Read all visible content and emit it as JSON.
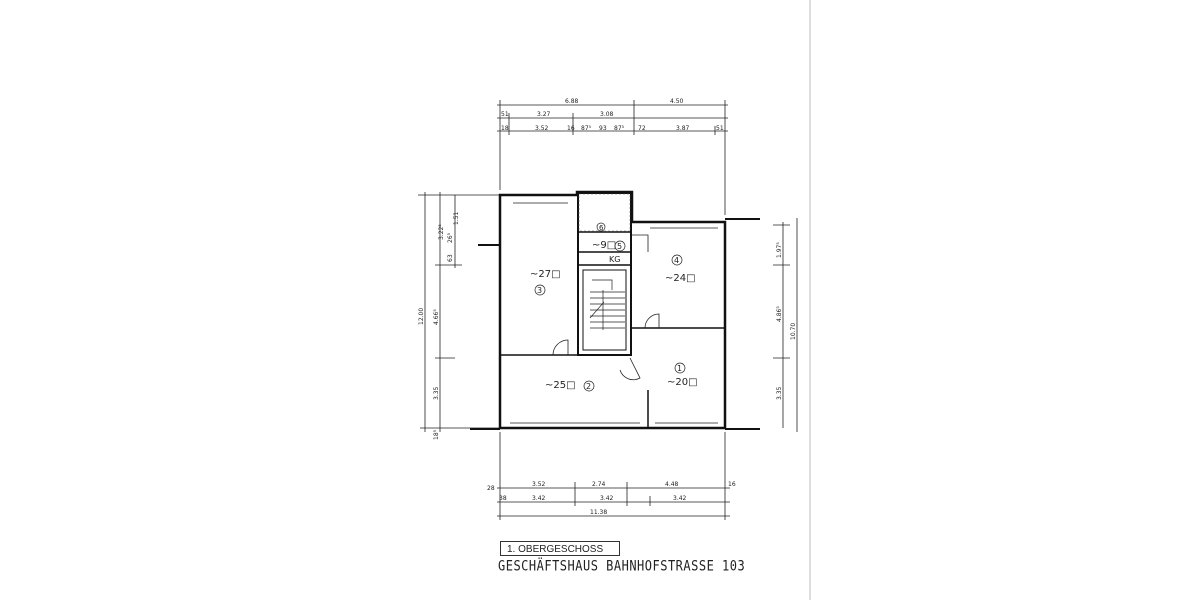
{
  "plan": {
    "floor_label": "1. OBERGESCHOSS",
    "title": "GESCHÄFTSHAUS BAHNHOFSTRASSE 103",
    "rooms": [
      {
        "number": "3",
        "area": "~27□"
      },
      {
        "number": "6",
        "area": ""
      },
      {
        "number": "5",
        "area": "~9□"
      },
      {
        "number": "4",
        "area": "~24□"
      },
      {
        "number": "2",
        "area": "~25□"
      },
      {
        "number": "1",
        "area": "~20□"
      }
    ],
    "kg_label": "KG",
    "top_dims": {
      "row1": [
        "6.88",
        "4.50"
      ],
      "row2": [
        "51",
        "3.27",
        "3.08"
      ],
      "row3": [
        "18",
        "3.52",
        "16",
        "87⁵",
        "93",
        "87⁵",
        "72",
        "3.87",
        "51"
      ]
    },
    "bottom_dims": {
      "row1": [
        "28",
        "3.52",
        "2.74",
        "4.48",
        "16"
      ],
      "row2": [
        "38",
        "3.42",
        "3.42",
        "3.42"
      ],
      "total": "11.38"
    },
    "left_dims": [
      "12.00",
      "4.66⁵",
      "3.35",
      "1.51",
      "3.22⁵",
      "26⁵",
      "63",
      "18⁵"
    ],
    "right_dims": [
      "1.97⁵",
      "4.86⁵",
      "3.35",
      "10.70"
    ]
  }
}
